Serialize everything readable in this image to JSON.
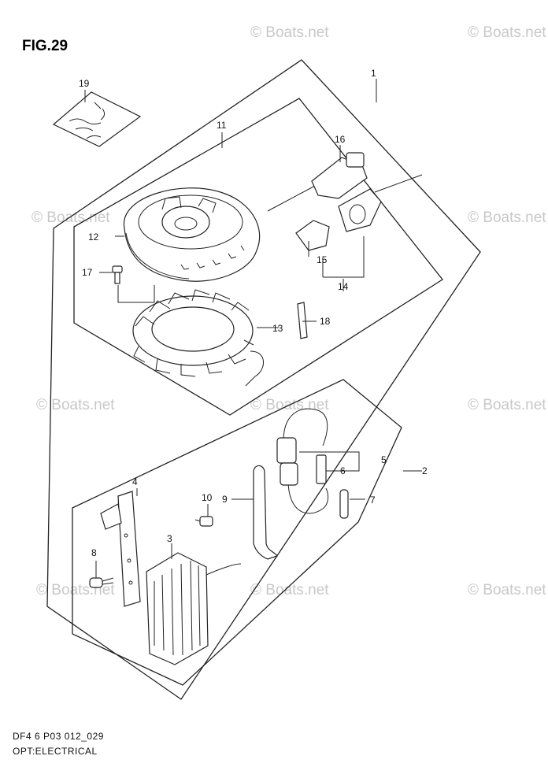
{
  "figure_title": "FIG.29",
  "footer": {
    "code": "DF4 6 P03 012_029",
    "caption": "OPT:ELECTRICAL"
  },
  "watermark": "© Boats.net",
  "callouts": {
    "c1": "1",
    "c2": "2",
    "c3": "3",
    "c4": "4",
    "c5": "5",
    "c6": "6",
    "c7": "7",
    "c8": "8",
    "c9": "9",
    "c10": "10",
    "c11": "11",
    "c12": "12",
    "c13": "13",
    "c14": "14",
    "c15": "15",
    "c16": "16",
    "c17": "17",
    "c18": "18",
    "c19": "19"
  }
}
